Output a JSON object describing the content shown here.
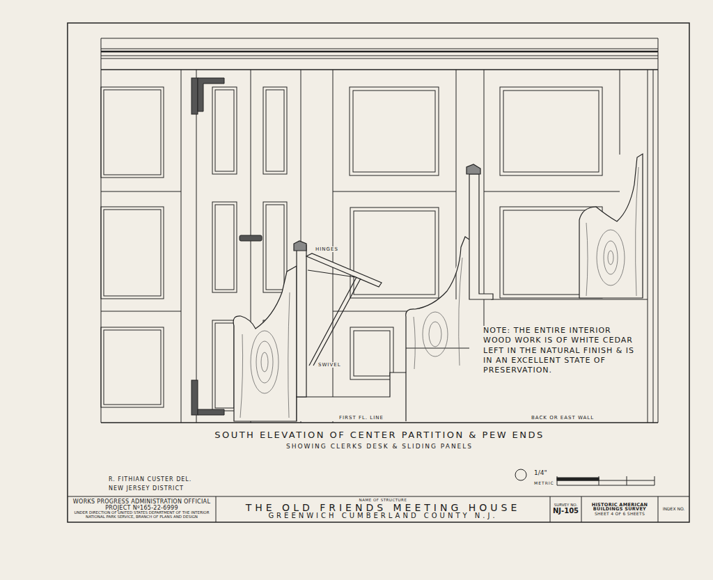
{
  "diagram": {
    "title": "SOUTH ELEVATION OF CENTER PARTITION & PEW ENDS",
    "caption": "SHOWING CLERKS DESK & SLIDING PANELS",
    "nodes": [
      {
        "text": [
          "WORKS PROGRESS ADMINISTRATION OFFICIAL PROJECT Nº165-22-6999",
          "UNDER DIRECTION OF UNITED STATES DEPARTMENT OF THE INTERIOR NATIONAL PARK SERVICE, BRANCH OF PLANS AND DESIGN"
        ]
      },
      {
        "text": [
          "NAME OF STRUCTURE",
          "THE OLD FRIENDS MEETING HOUSE",
          "GREENWICH CUMBERLAND COUNTY N.J."
        ]
      },
      {
        "text": [
          "SURVEY NO.",
          "NJ-105"
        ]
      },
      {
        "text": [
          "HISTORIC AMERICAN BUILDINGS SURVEY",
          "SHEET 4 OF 6 SHEETS"
        ]
      },
      {
        "text": [
          "INDEX NO."
        ]
      }
    ],
    "labels": [
      "HINGES",
      "SWIVEL",
      "FIRST FL. LINE",
      "BACK OR EAST WALL",
      "NOTE: THE ENTIRE INTERIOR WOOD WORK IS OF WHITE CEDAR LEFT IN THE NATURAL FINISH & IS IN AN EXCELLENT STATE OF PRESERVATION.",
      "R. FITHIAN CUSTER DEL.",
      "NEW JERSEY DISTRICT",
      "1/4\"",
      "METRIC"
    ]
  }
}
